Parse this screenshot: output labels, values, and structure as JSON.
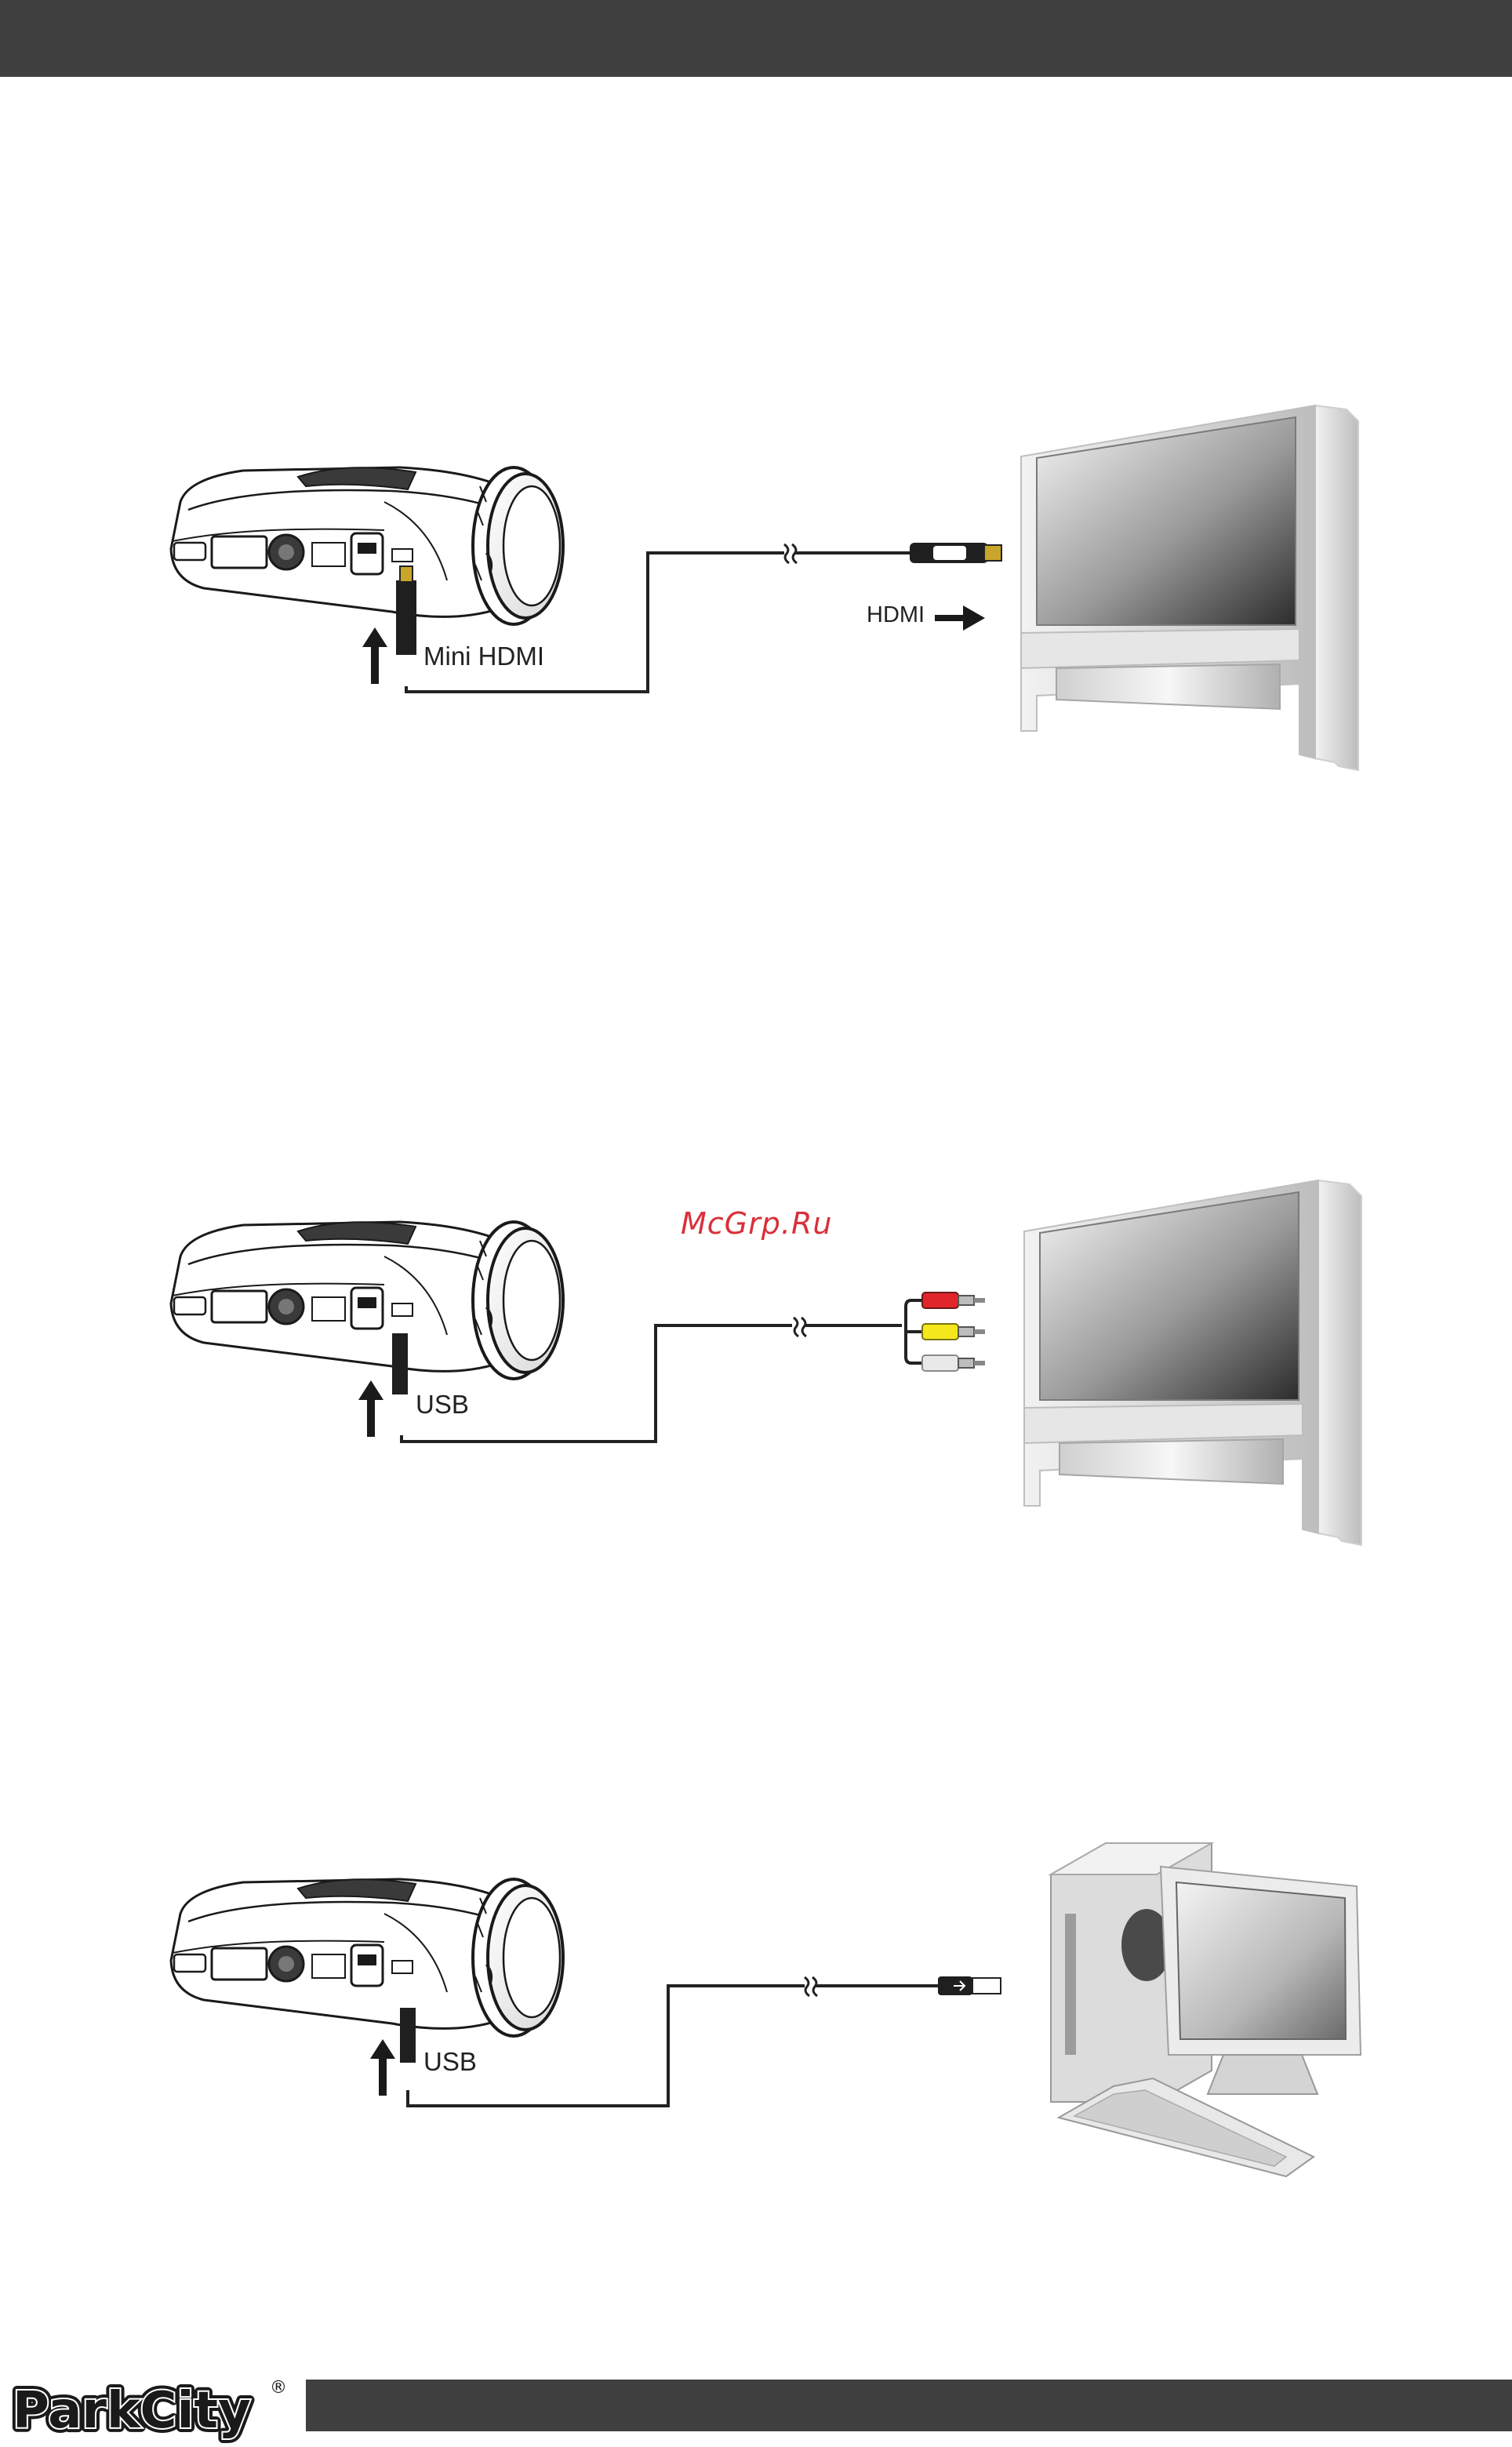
{
  "diagrams": {
    "hdmi": {
      "camera_cable_label": "Mini HDMI",
      "tv_input_label": "HDMI"
    },
    "av": {
      "camera_cable_label": "USB"
    },
    "usb": {
      "camera_cable_label": "USB"
    }
  },
  "watermark": "McGrp.Ru",
  "brand": {
    "logo_text": "ParkCity",
    "registered_mark": "®"
  },
  "colors": {
    "bars": "#404040",
    "watermark": "#d9303a",
    "rca_red": "#e0262b",
    "rca_yellow": "#f4e81c",
    "rca_white": "#e9e9e9",
    "hdmi_tip": "#c9a52a"
  }
}
